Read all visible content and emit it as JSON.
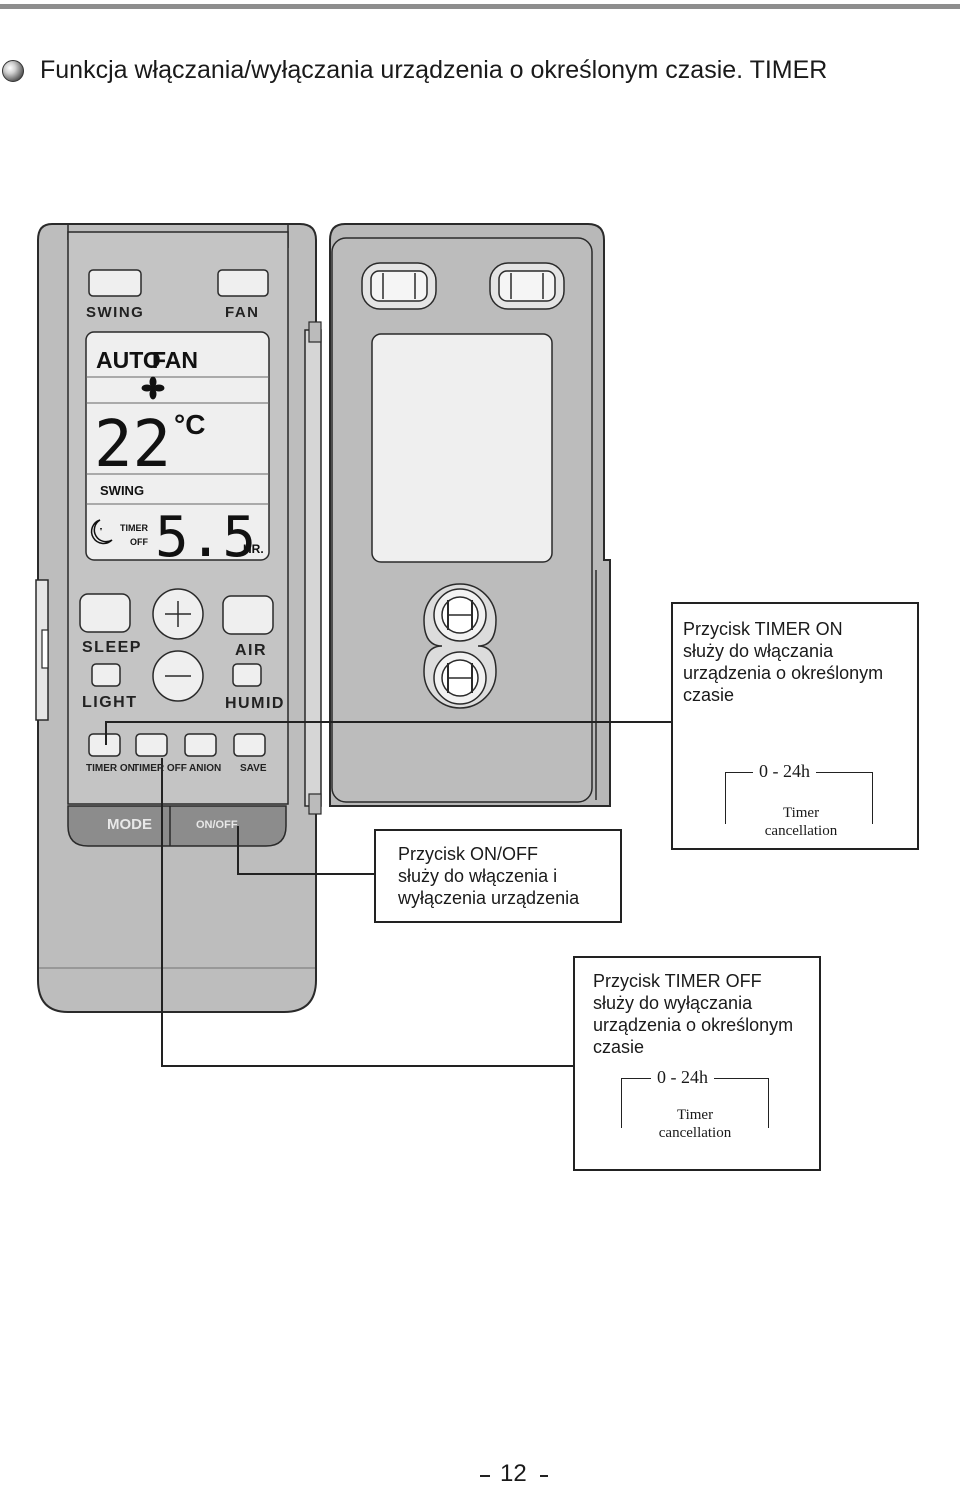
{
  "page": {
    "heading": "Funkcja włączania/wyłączania urządzenia o określonym czasie. TIMER",
    "page_number": "12"
  },
  "remote": {
    "buttons": {
      "swing": "SWING",
      "fan": "FAN",
      "sleep": "SLEEP",
      "air": "AIR",
      "light": "LIGHT",
      "humid": "HUMID",
      "timer_on": "TIMER ON",
      "timer_off": "TIMER OFF",
      "anion": "ANION",
      "save": "SAVE",
      "mode": "MODE",
      "on_off": "ON/OFF"
    },
    "display": {
      "mode": "AUTO",
      "fan": "FAN",
      "temperature": "22",
      "unit": "°C",
      "swing": "SWING",
      "timer_label": "TIMER",
      "timer_state": "OFF",
      "timer_value": "5.5",
      "timer_unit": "HR."
    }
  },
  "callouts": {
    "timer_on": {
      "lines": [
        "Przycisk TIMER ON",
        "służy do włączania",
        "urządzenia o określonym",
        "czasie"
      ],
      "range": "0 - 24h",
      "cancel_lines": [
        "Timer",
        "cancellation"
      ]
    },
    "on_off": {
      "lines": [
        "Przycisk ON/OFF",
        "służy do włączenia i",
        "wyłączenia urządzenia"
      ]
    },
    "timer_off": {
      "lines": [
        "Przycisk TIMER OFF",
        "służy do wyłączania",
        "urządzenia o określonym",
        "czasie"
      ],
      "range": "0 - 24h",
      "cancel_lines": [
        "Timer",
        "cancellation"
      ]
    }
  },
  "colors": {
    "remote_body": "#bdbdbd",
    "panel": "#b8b8b8",
    "lcd": "#efefef",
    "mode_bar": "#8c8c8c",
    "outline": "#2a2a2a"
  }
}
